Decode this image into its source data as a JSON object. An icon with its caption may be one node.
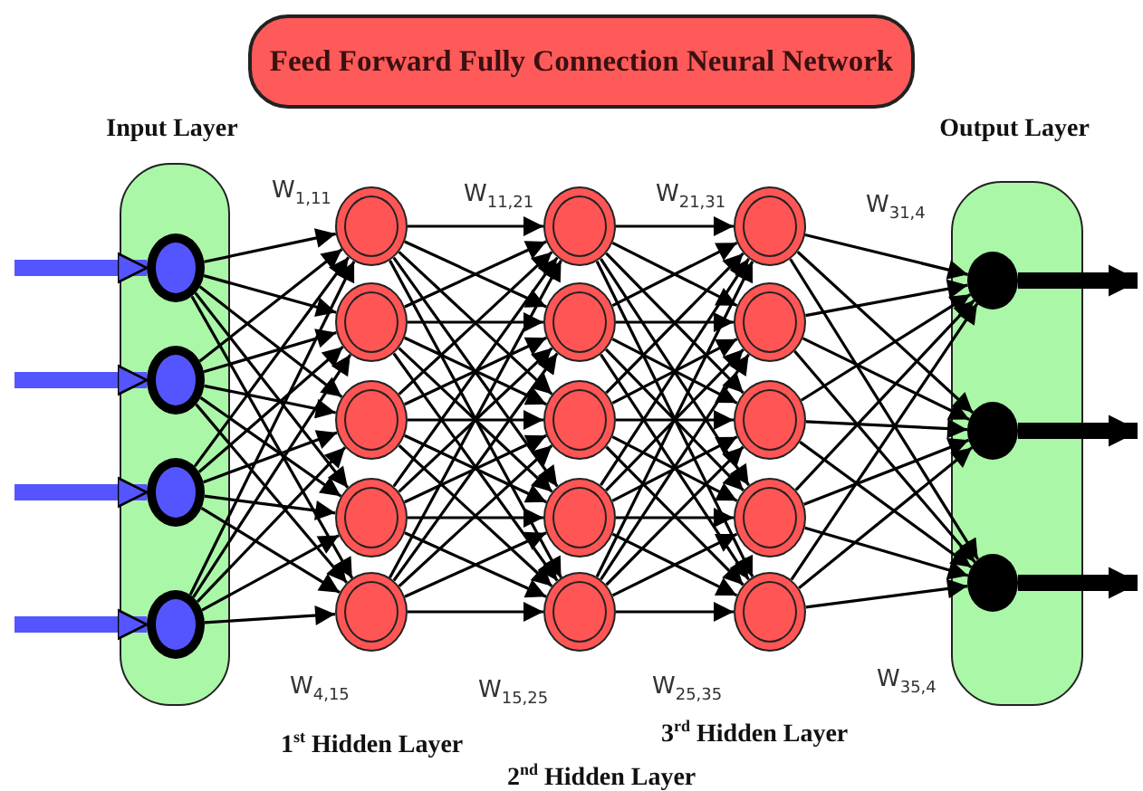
{
  "diagram": {
    "nodes": [
      {
        "text": [
          "Feed Forward Fully Connection Neural Network"
        ]
      },
      {
        "text": [
          "Input Layer"
        ]
      },
      {
        "text": [],
        "shape": "circle",
        "in": 1
      },
      {
        "text": [],
        "shape": "circle",
        "in": 1
      },
      {
        "text": [],
        "shape": "circle",
        "in": 1
      },
      {
        "text": [],
        "shape": "circle",
        "in": 1
      },
      {
        "text": [],
        "shape": "circle"
      },
      {
        "text": [],
        "shape": "circle"
      },
      {
        "text": [],
        "shape": "circle"
      },
      {
        "text": [],
        "shape": "circle"
      },
      {
        "text": [],
        "shape": "circle"
      },
      {
        "text": [],
        "shape": "circle"
      },
      {
        "text": [],
        "shape": "circle"
      },
      {
        "text": [],
        "shape": "circle"
      },
      {
        "text": [],
        "shape": "circle"
      },
      {
        "text": [],
        "shape": "circle"
      },
      {
        "text": [],
        "shape": "circle"
      },
      {
        "text": [],
        "shape": "circle"
      },
      {
        "text": [],
        "shape": "circle"
      },
      {
        "text": [],
        "shape": "circle"
      },
      {
        "text": [],
        "shape": "circle"
      },
      {
        "text": [
          "Output Layer"
        ]
      },
      {
        "text": [],
        "shape": "circle",
        "in": 21
      },
      {
        "text": [],
        "shape": "circle",
        "in": 21
      },
      {
        "text": [],
        "shape": "circle",
        "in": 21
      }
    ],
    "edges": [
      {
        "from": null,
        "to": 2,
        "arrow": "to",
        "style": "thick",
        "color": "#5555ff"
      },
      {
        "from": null,
        "to": 3,
        "arrow": "to",
        "style": "thick",
        "color": "#5555ff"
      },
      {
        "from": null,
        "to": 4,
        "arrow": "to",
        "style": "thick",
        "color": "#5555ff"
      },
      {
        "from": null,
        "to": 5,
        "arrow": "to",
        "style": "thick",
        "color": "#5555ff"
      },
      {
        "from": 2,
        "to": 6,
        "arrow": "to"
      },
      {
        "from": 2,
        "to": 7,
        "arrow": "to"
      },
      {
        "from": 2,
        "to": 8,
        "arrow": "to"
      },
      {
        "from": 2,
        "to": 9,
        "arrow": "to"
      },
      {
        "from": 2,
        "to": 10,
        "arrow": "to"
      },
      {
        "from": 3,
        "to": 6,
        "arrow": "to"
      },
      {
        "from": 3,
        "to": 7,
        "arrow": "to"
      },
      {
        "from": 3,
        "to": 8,
        "arrow": "to"
      },
      {
        "from": 3,
        "to": 9,
        "arrow": "to"
      },
      {
        "from": 3,
        "to": 10,
        "arrow": "to"
      },
      {
        "from": 4,
        "to": 6,
        "arrow": "to"
      },
      {
        "from": 4,
        "to": 7,
        "arrow": "to"
      },
      {
        "from": 4,
        "to": 8,
        "arrow": "to"
      },
      {
        "from": 4,
        "to": 9,
        "arrow": "to"
      },
      {
        "from": 4,
        "to": 10,
        "arrow": "to"
      },
      {
        "from": 5,
        "to": 6,
        "arrow": "to"
      },
      {
        "from": 5,
        "to": 7,
        "arrow": "to"
      },
      {
        "from": 5,
        "to": 8,
        "arrow": "to"
      },
      {
        "from": 5,
        "to": 9,
        "arrow": "to"
      },
      {
        "from": 5,
        "to": 10,
        "arrow": "to"
      },
      {
        "from": 6,
        "to": 11,
        "arrow": "to"
      },
      {
        "from": 6,
        "to": 12,
        "arrow": "to"
      },
      {
        "from": 6,
        "to": 13,
        "arrow": "to"
      },
      {
        "from": 6,
        "to": 14,
        "arrow": "to"
      },
      {
        "from": 6,
        "to": 15,
        "arrow": "to"
      },
      {
        "from": 7,
        "to": 11,
        "arrow": "to"
      },
      {
        "from": 7,
        "to": 12,
        "arrow": "to"
      },
      {
        "from": 7,
        "to": 13,
        "arrow": "to"
      },
      {
        "from": 7,
        "to": 14,
        "arrow": "to"
      },
      {
        "from": 7,
        "to": 15,
        "arrow": "to"
      },
      {
        "from": 8,
        "to": 11,
        "arrow": "to"
      },
      {
        "from": 8,
        "to": 12,
        "arrow": "to"
      },
      {
        "from": 8,
        "to": 13,
        "arrow": "to"
      },
      {
        "from": 8,
        "to": 14,
        "arrow": "to"
      },
      {
        "from": 8,
        "to": 15,
        "arrow": "to"
      },
      {
        "from": 9,
        "to": 11,
        "arrow": "to"
      },
      {
        "from": 9,
        "to": 12,
        "arrow": "to"
      },
      {
        "from": 9,
        "to": 13,
        "arrow": "to"
      },
      {
        "from": 9,
        "to": 14,
        "arrow": "to"
      },
      {
        "from": 9,
        "to": 15,
        "arrow": "to"
      },
      {
        "from": 10,
        "to": 11,
        "arrow": "to"
      },
      {
        "from": 10,
        "to": 12,
        "arrow": "to"
      },
      {
        "from": 10,
        "to": 13,
        "arrow": "to"
      },
      {
        "from": 10,
        "to": 14,
        "arrow": "to"
      },
      {
        "from": 10,
        "to": 15,
        "arrow": "to"
      },
      {
        "from": 11,
        "to": 16,
        "arrow": "to"
      },
      {
        "from": 11,
        "to": 17,
        "arrow": "to"
      },
      {
        "from": 11,
        "to": 18,
        "arrow": "to"
      },
      {
        "from": 11,
        "to": 19,
        "arrow": "to"
      },
      {
        "from": 11,
        "to": 20,
        "arrow": "to"
      },
      {
        "from": 12,
        "to": 16,
        "arrow": "to"
      },
      {
        "from": 12,
        "to": 17,
        "arrow": "to"
      },
      {
        "from": 12,
        "to": 18,
        "arrow": "to"
      },
      {
        "from": 12,
        "to": 19,
        "arrow": "to"
      },
      {
        "from": 12,
        "to": 20,
        "arrow": "to"
      },
      {
        "from": 13,
        "to": 16,
        "arrow": "to"
      },
      {
        "from": 13,
        "to": 17,
        "arrow": "to"
      },
      {
        "from": 13,
        "to": 18,
        "arrow": "to"
      },
      {
        "from": 13,
        "to": 19,
        "arrow": "to"
      },
      {
        "from": 13,
        "to": 20,
        "arrow": "to"
      },
      {
        "from": 14,
        "to": 16,
        "arrow": "to"
      },
      {
        "from": 14,
        "to": 17,
        "arrow": "to"
      },
      {
        "from": 14,
        "to": 18,
        "arrow": "to"
      },
      {
        "from": 14,
        "to": 19,
        "arrow": "to"
      },
      {
        "from": 14,
        "to": 20,
        "arrow": "to"
      },
      {
        "from": 15,
        "to": 16,
        "arrow": "to"
      },
      {
        "from": 15,
        "to": 17,
        "arrow": "to"
      },
      {
        "from": 15,
        "to": 18,
        "arrow": "to"
      },
      {
        "from": 15,
        "to": 19,
        "arrow": "to"
      },
      {
        "from": 15,
        "to": 20,
        "arrow": "to"
      },
      {
        "from": 16,
        "to": 22,
        "arrow": "to"
      },
      {
        "from": 16,
        "to": 23,
        "arrow": "to"
      },
      {
        "from": 16,
        "to": 24,
        "arrow": "to"
      },
      {
        "from": 17,
        "to": 22,
        "arrow": "to"
      },
      {
        "from": 17,
        "to": 23,
        "arrow": "to"
      },
      {
        "from": 17,
        "to": 24,
        "arrow": "to"
      },
      {
        "from": 18,
        "to": 22,
        "arrow": "to"
      },
      {
        "from": 18,
        "to": 23,
        "arrow": "to"
      },
      {
        "from": 18,
        "to": 24,
        "arrow": "to"
      },
      {
        "from": 19,
        "to": 22,
        "arrow": "to"
      },
      {
        "from": 19,
        "to": 23,
        "arrow": "to"
      },
      {
        "from": 19,
        "to": 24,
        "arrow": "to"
      },
      {
        "from": 20,
        "to": 22,
        "arrow": "to"
      },
      {
        "from": 20,
        "to": 23,
        "arrow": "to"
      },
      {
        "from": 20,
        "to": 24,
        "arrow": "to"
      },
      {
        "from": 22,
        "to": null,
        "arrow": "to",
        "style": "thick"
      },
      {
        "from": 23,
        "to": null,
        "arrow": "to",
        "style": "thick"
      },
      {
        "from": 24,
        "to": null,
        "arrow": "to",
        "style": "thick"
      }
    ],
    "labels": [
      "W$_{1,11}$",
      "W$_{11,21}$",
      "W$_{21,31}$",
      "W$_{31,4}$",
      "W$_{4,15}$",
      "W$_{15,25}$",
      "W$_{25,35}$",
      "W$_{35,4}$",
      "3$^{rd}$ Hidden Layer",
      "1$^{st}$ Hidden Layer",
      "2$^{nd}$ Hidden Layer"
    ]
  }
}
